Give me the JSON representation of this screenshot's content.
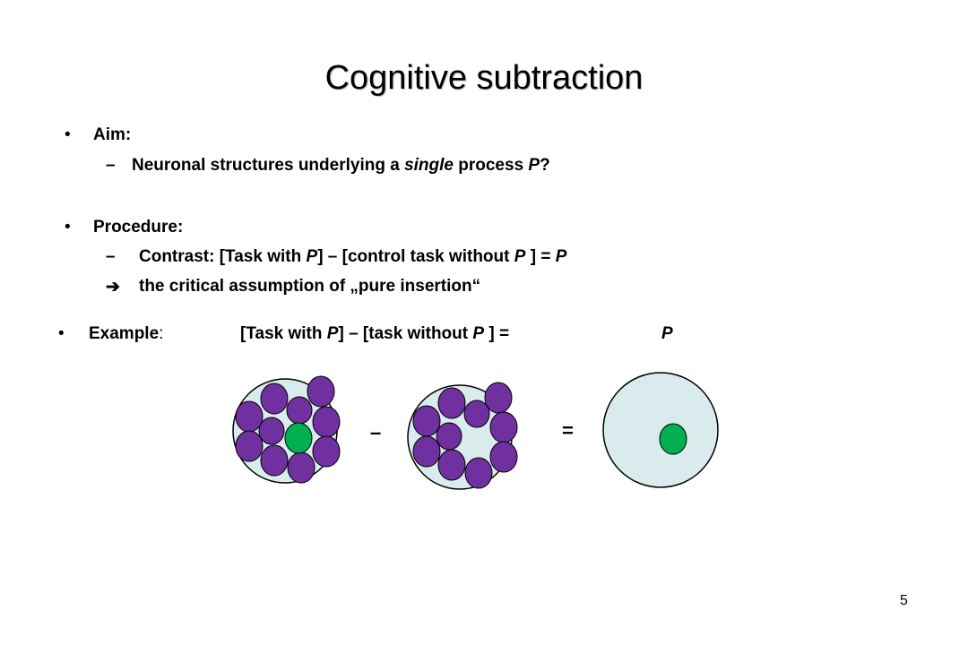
{
  "slide": {
    "title": "Cognitive subtraction",
    "aim": {
      "heading": "Aim:",
      "item_pre": "Neuronal structures underlying a ",
      "item_em": "single",
      "item_mid": " process ",
      "item_p": "P",
      "item_post": "?"
    },
    "procedure": {
      "heading": "Procedure:",
      "contrast_pre": "Contrast: [Task with ",
      "contrast_p1": "P",
      "contrast_mid": "] – [control task without ",
      "contrast_p2": "P",
      "contrast_mid2": " ] = ",
      "contrast_p3": "P",
      "assumption": "the critical assumption of „pure insertion“"
    },
    "example": {
      "label": "Example",
      "colon": ":",
      "expr_pre": "[Task with ",
      "expr_p1": "P",
      "expr_mid": "] – [task without ",
      "expr_p2": "P",
      "expr_post": " ] =",
      "result": "P"
    },
    "operators": {
      "minus": "–",
      "equals": "="
    },
    "page_number": "5"
  },
  "colors": {
    "circle_fill": "#d9ebec",
    "node_purple": "#7030a0",
    "node_green": "#00b050"
  }
}
